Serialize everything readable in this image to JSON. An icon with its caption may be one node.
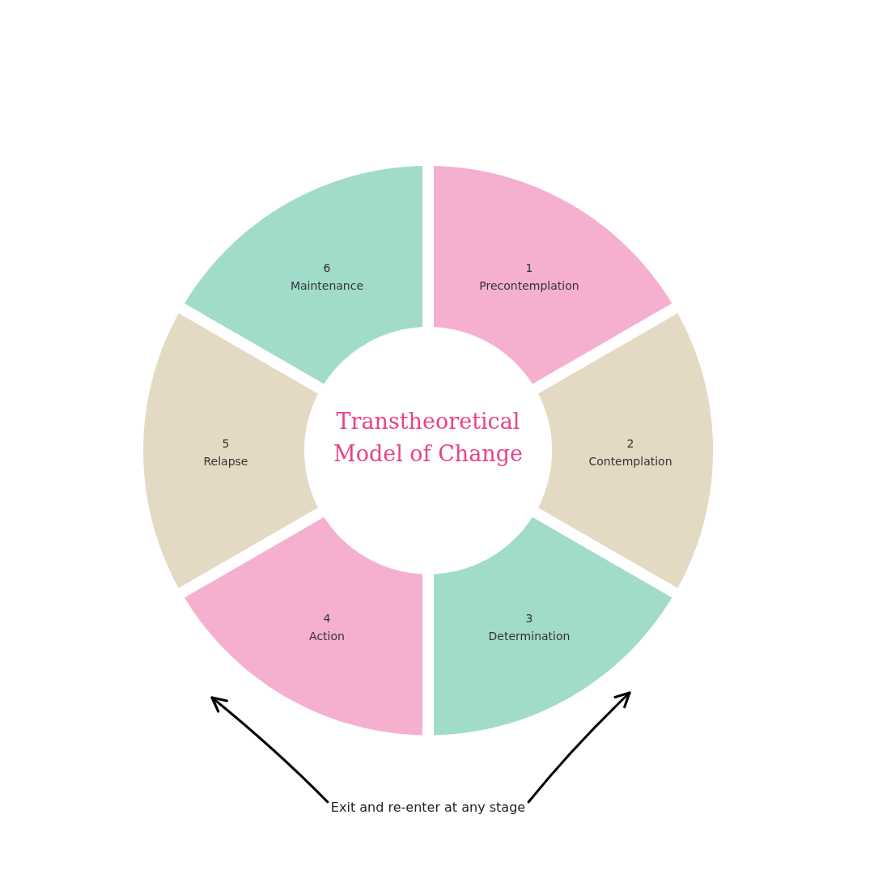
{
  "diagram": {
    "title": "Transtheoretical Model of Change",
    "nodes": [
      {
        "text": [
          "1",
          "Precontemplation"
        ]
      },
      {
        "text": [
          "2",
          "Contemplation"
        ]
      },
      {
        "text": [
          "3",
          "Determination"
        ]
      },
      {
        "text": [
          "4",
          "Action"
        ]
      },
      {
        "text": [
          "5",
          "Relapse"
        ]
      },
      {
        "text": [
          "6",
          "Maintenance"
        ]
      },
      {
        "text": [
          "Exit and re-enter at any stage"
        ]
      }
    ],
    "edges": [
      {
        "from": 6,
        "to": 3,
        "arrow": "to"
      },
      {
        "from": 6,
        "to": 2,
        "arrow": "to"
      }
    ]
  }
}
